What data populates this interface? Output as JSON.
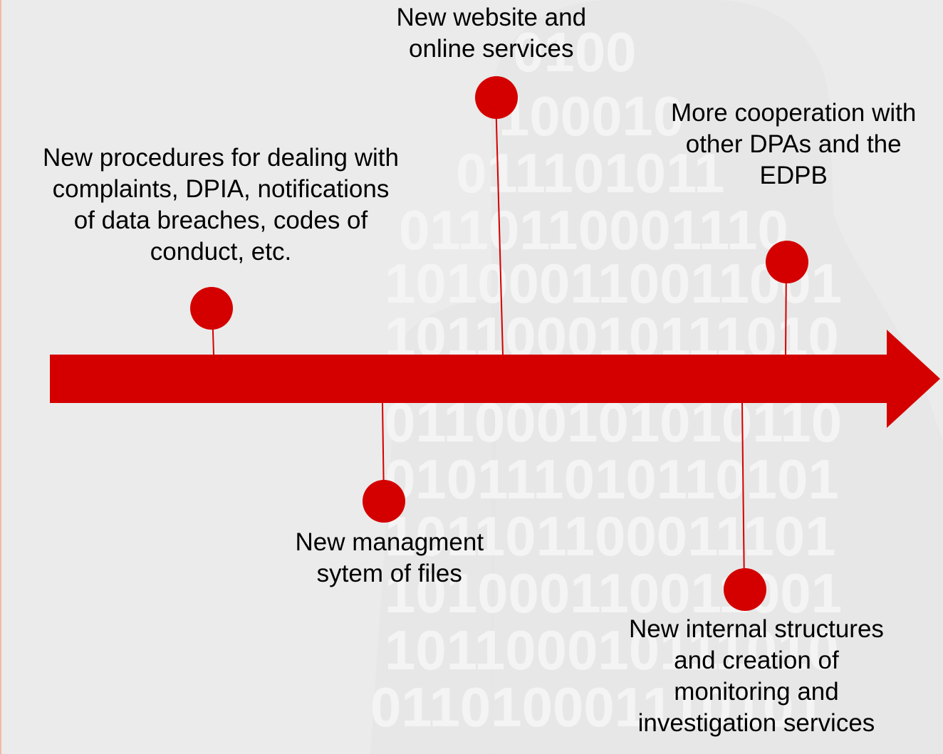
{
  "colors": {
    "accent": "#d40000",
    "background": "#ebebeb",
    "watermark": "#f6f6f6",
    "text": "#000000"
  },
  "milestones": [
    {
      "id": "procedures",
      "side": "above",
      "lines": [
        "New procedures for dealing with",
        "complaints, DPIA, notifications",
        "of data breaches, codes of",
        "conduct, etc."
      ]
    },
    {
      "id": "management",
      "side": "below",
      "lines": [
        "New managment",
        "sytem of files"
      ]
    },
    {
      "id": "website",
      "side": "above",
      "lines": [
        "New website and",
        "online services"
      ]
    },
    {
      "id": "internal",
      "side": "below",
      "lines": [
        "New internal structures",
        "and creation of",
        "monitoring and",
        "investigation services"
      ]
    },
    {
      "id": "cooperation",
      "side": "above",
      "lines": [
        "More cooperation with",
        "other DPAs and the",
        "EDPB"
      ]
    }
  ]
}
